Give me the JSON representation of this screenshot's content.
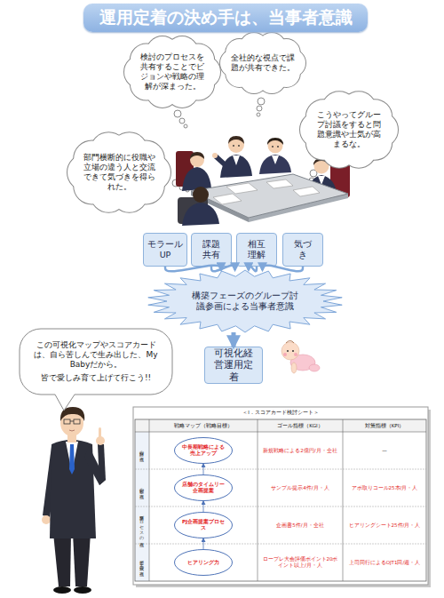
{
  "diagram": {
    "title": "運用定着の決め手は、当事者意識",
    "nodes": [
      {
        "text": [
          "検討のプロセスを共有することでビジョンや戦略の理解が深まった。"
        ]
      },
      {
        "text": [
          "全社的な視点で課題が共有できた。"
        ]
      },
      {
        "text": [
          "こうやってグループ討議をすると問題意識や士気が高まるな。"
        ]
      },
      {
        "text": [
          "部門横断的に役職や立場の違う人と交流できて気づきを得られた。"
        ]
      },
      {
        "text": [
          "モラールUP"
        ]
      },
      {
        "text": [
          "課題共有"
        ]
      },
      {
        "text": [
          "相互理解"
        ]
      },
      {
        "text": [
          "気づき"
        ]
      },
      {
        "text": [
          "構築フェーズのグループ討議参画による当事者意識"
        ]
      },
      {
        "text": [
          "可視化経営運用定着"
        ]
      },
      {
        "text": [
          "この可視化マップやスコアカードは、自ら苦しんで生み出した、My Babyだから。",
          "皆で愛しみ育て上げて行こう!!"
        ]
      },
      {
        "text": [
          "＜Ⅰ．スコアカード検討シート＞"
        ]
      },
      {
        "text": [
          "中長期戦略による売上アップ"
        ],
        "in": 11
      },
      {
        "text": [
          "店舗のタイムリー企画提案"
        ],
        "in": 11
      },
      {
        "text": [
          "PJ企画提案プロセス"
        ],
        "in": 11
      },
      {
        "text": [
          "ヒアリング力"
        ],
        "in": 11
      }
    ],
    "edges": [
      {
        "from": 4,
        "to": 8,
        "arrow": "to"
      },
      {
        "from": 5,
        "to": 8,
        "arrow": "to"
      },
      {
        "from": 6,
        "to": 8,
        "arrow": "to"
      },
      {
        "from": 7,
        "to": 8,
        "arrow": "to"
      },
      {
        "from": 8,
        "to": 9,
        "arrow": "to"
      },
      {
        "from": 15,
        "to": 14,
        "arrow": "to"
      },
      {
        "from": 14,
        "to": 13,
        "arrow": "to"
      },
      {
        "from": 13,
        "to": 12,
        "arrow": "to"
      }
    ],
    "labels": [
      "戦略マップ（戦略目標）",
      "ゴール指標（KGI）",
      "対策指標（KPI）",
      "財務の視点",
      "顧客の視点",
      "業務プロセスの視点",
      "学習と成長の視点",
      "新規戦略による2億円/月・全社",
      "サンプル提示4件/月・人",
      "企画書5件/月・全社",
      "ロープレ大会評価ポイント20ポイント以上/月・人",
      "—",
      "アポ取りコール25本/月・人",
      "ヒアリングシート25件/月・人",
      "上司同行によるOJT1回/週・人"
    ]
  }
}
